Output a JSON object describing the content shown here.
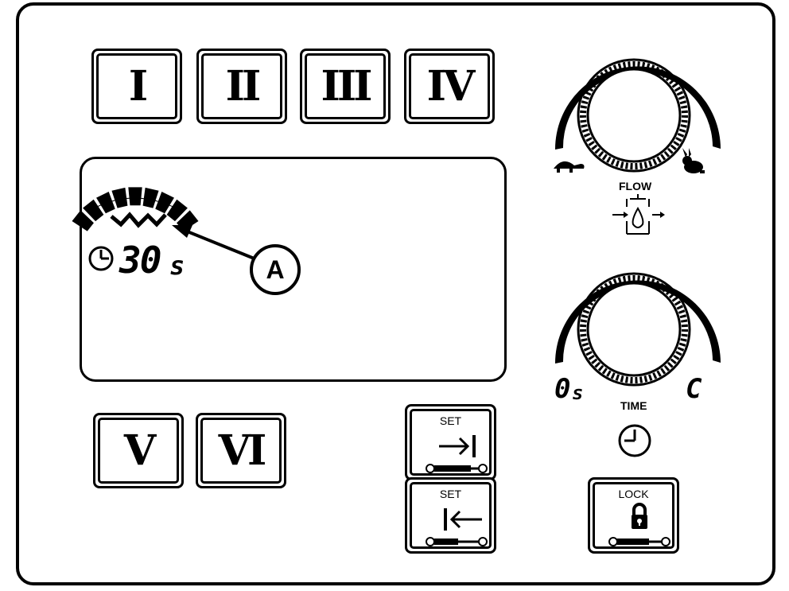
{
  "program_buttons": [
    {
      "label": "I"
    },
    {
      "label": "II"
    },
    {
      "label": "III"
    },
    {
      "label": "IV"
    },
    {
      "label": "V"
    },
    {
      "label": "VI"
    }
  ],
  "display": {
    "timer_value": "30",
    "timer_unit": "s",
    "callout": "A"
  },
  "flow_dial": {
    "label": "FLOW",
    "slow_icon": "turtle-icon",
    "fast_icon": "rabbit-icon"
  },
  "time_dial": {
    "label": "TIME",
    "min_value": "0",
    "min_unit": "s",
    "max_value": "C"
  },
  "set_buttons": [
    {
      "label": "SET",
      "icon": "arrow-to-bar-right-icon"
    },
    {
      "label": "SET",
      "icon": "arrow-to-bar-left-icon"
    }
  ],
  "lock_button": {
    "label": "LOCK",
    "icon": "padlock-icon"
  }
}
